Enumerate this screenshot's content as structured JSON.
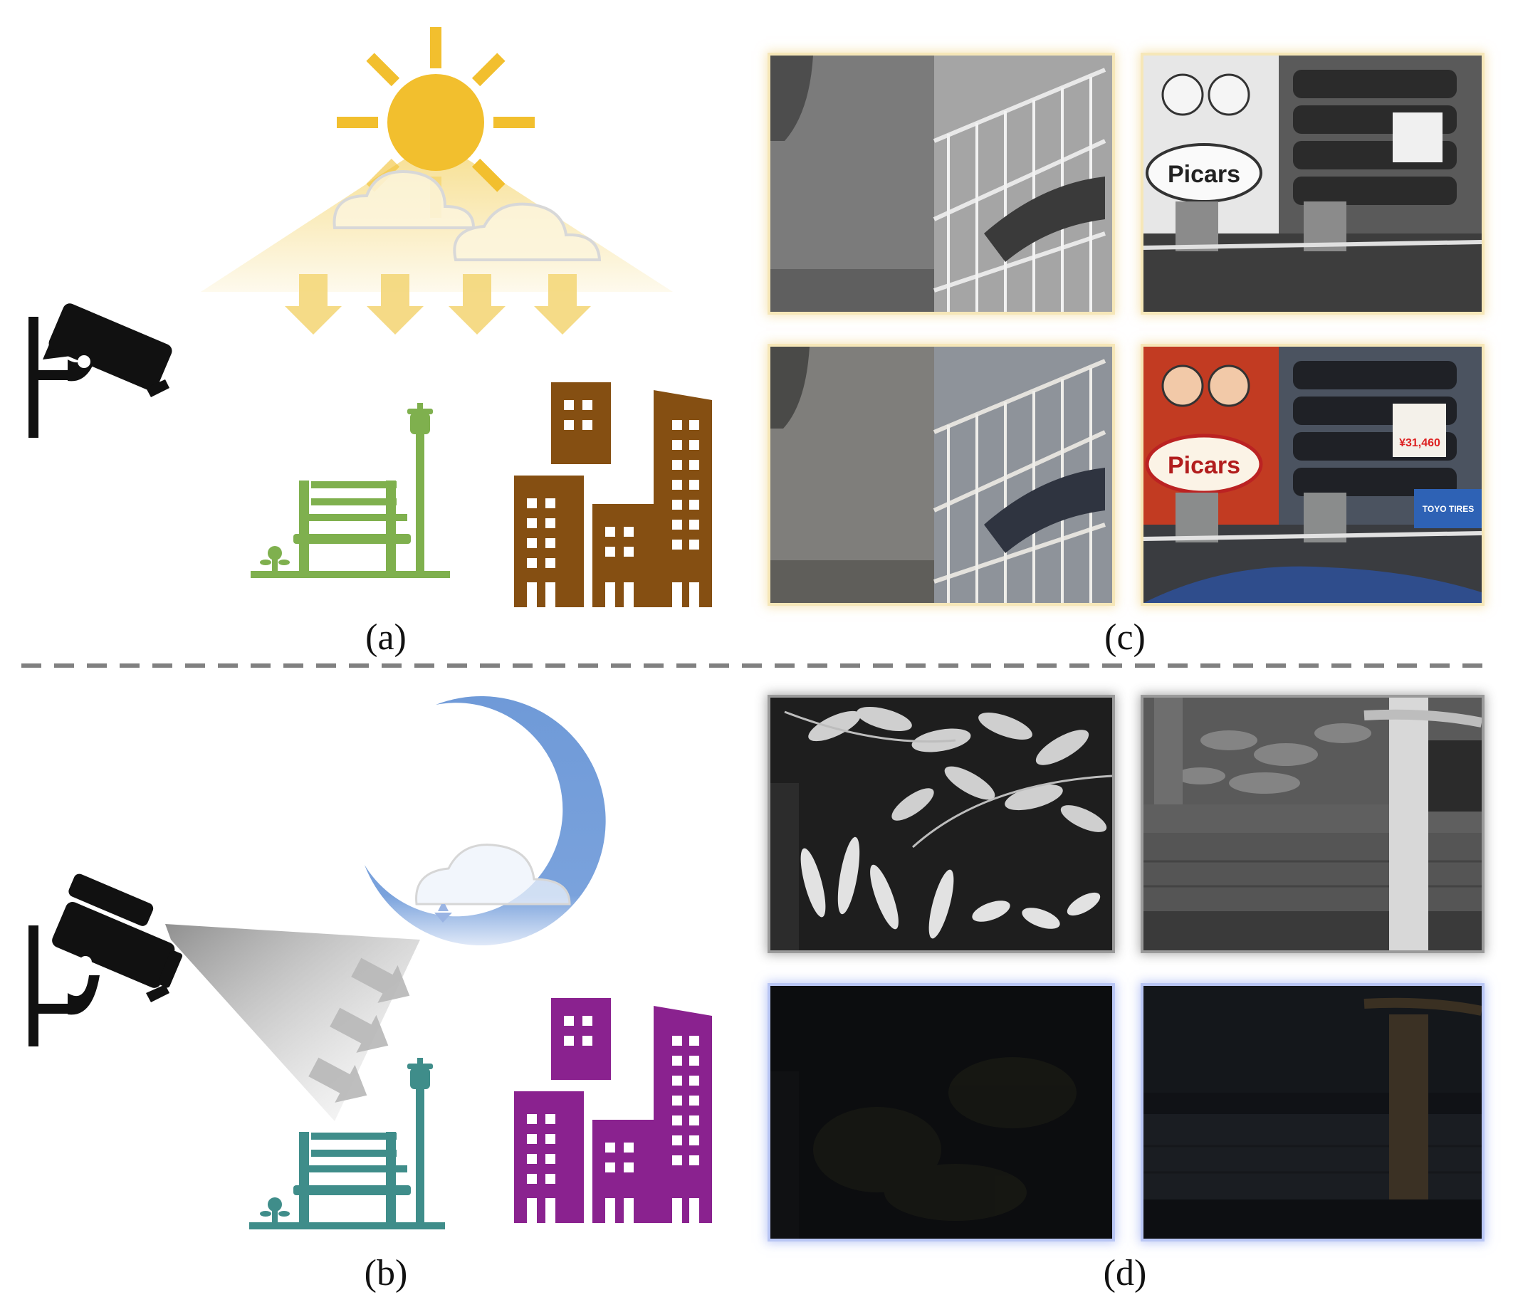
{
  "captions": {
    "a": "(a)",
    "b": "(b)",
    "c": "(c)",
    "d": "(d)"
  },
  "icons": {
    "day_camera": "security-camera-icon",
    "sun": "sun-icon",
    "day_clouds": "cloud-icon",
    "day_park": "park-bench-lamp-icon",
    "day_city": "city-buildings-icon",
    "night_camera": "security-camera-ir-icon",
    "moon": "crescent-moon-icon",
    "night_cloud": "cloud-icon",
    "night_park": "park-bench-lamp-icon",
    "night_city": "city-buildings-icon"
  },
  "photo_signs": {
    "store_logo": "Picars",
    "price_tag": "¥31,460",
    "tire_brand": "TOYO TIRES"
  },
  "colors": {
    "sun": "#f2bf2e",
    "sunlight": "#f6dc86",
    "park_day": "#7fb04e",
    "city_day": "#854f12",
    "moon": "#6f9ad8",
    "park_night": "#3f8d8a",
    "city_night": "#8a228f",
    "day_frame": "#f6e7b8",
    "night_ir_frame": "#9a9a9a",
    "night_rgb_frame": "#b9c6f4",
    "divider": "#808080"
  }
}
